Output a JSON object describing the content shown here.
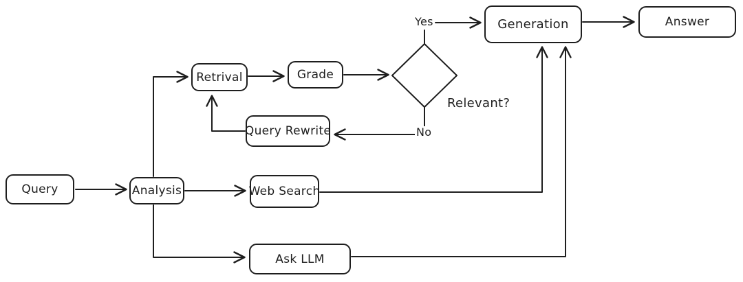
{
  "diagram": {
    "background_color": "#ffffff",
    "stroke_color": "#1e1e1e",
    "nodes": {
      "query": {
        "label": "Query",
        "shape": "rounded-rect"
      },
      "analysis": {
        "label": "Analysis",
        "shape": "rounded-rect"
      },
      "retrival": {
        "label": "Retrival",
        "shape": "rounded-rect"
      },
      "grade": {
        "label": "Grade",
        "shape": "rounded-rect"
      },
      "query_rewrite": {
        "label": "Query Rewrite",
        "shape": "rounded-rect"
      },
      "web_search": {
        "label": "Web Search",
        "shape": "rounded-rect"
      },
      "ask_llm": {
        "label": "Ask LLM",
        "shape": "rounded-rect"
      },
      "generation": {
        "label": "Generation",
        "shape": "rounded-rect"
      },
      "answer": {
        "label": "Answer",
        "shape": "rounded-rect"
      },
      "decision": {
        "label": "Relevant?",
        "shape": "diamond"
      }
    },
    "edge_labels": {
      "yes": "Yes",
      "no": "No"
    },
    "edges": [
      {
        "from": "query",
        "to": "analysis"
      },
      {
        "from": "analysis",
        "to": "retrival"
      },
      {
        "from": "retrival",
        "to": "grade"
      },
      {
        "from": "grade",
        "to": "decision"
      },
      {
        "from": "decision",
        "to": "generation",
        "label": "Yes"
      },
      {
        "from": "decision",
        "to": "query_rewrite",
        "label": "No"
      },
      {
        "from": "query_rewrite",
        "to": "retrival"
      },
      {
        "from": "analysis",
        "to": "web_search"
      },
      {
        "from": "analysis",
        "to": "ask_llm"
      },
      {
        "from": "web_search",
        "to": "generation"
      },
      {
        "from": "ask_llm",
        "to": "generation"
      },
      {
        "from": "generation",
        "to": "answer"
      }
    ]
  }
}
